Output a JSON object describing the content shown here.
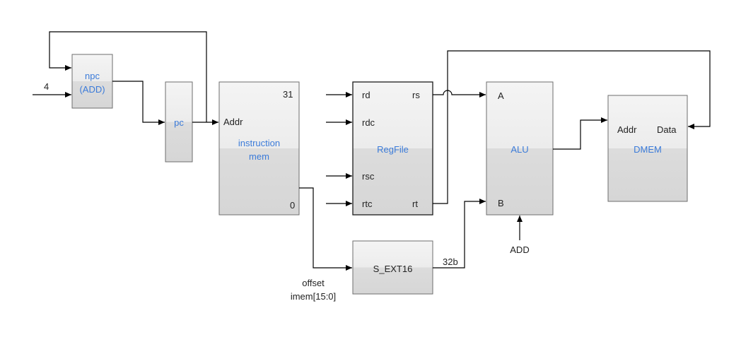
{
  "colors": {
    "block_top": "#f4f4f4",
    "block_bottom": "#d6d6d6",
    "block_border": "#6e6e6e",
    "regfile_border": "#1a1a1a",
    "wire": "#000000",
    "title_text": "#3b7bd9",
    "label_text": "#222222"
  },
  "blocks": {
    "npc": {
      "title_line1": "npc",
      "title_line2": "(ADD)"
    },
    "pc": {
      "title": "pc"
    },
    "imem": {
      "title_line1": "instruction",
      "title_line2": "mem",
      "port_addr": "Addr",
      "port_31": "31",
      "port_0": "0"
    },
    "regfile": {
      "title": "RegFile",
      "port_rd": "rd",
      "port_rdc": "rdc",
      "port_rsc": "rsc",
      "port_rtc": "rtc",
      "port_rs": "rs",
      "port_rt": "rt"
    },
    "alu": {
      "title": "ALU",
      "port_a": "A",
      "port_b": "B"
    },
    "dmem": {
      "title": "DMEM",
      "port_addr": "Addr",
      "port_data": "Data"
    },
    "sext": {
      "title": "S_EXT16"
    }
  },
  "labels": {
    "const_4": "4",
    "offset": "offset",
    "imem_range": "imem[15:0]",
    "width_32b": "32b",
    "alu_op": "ADD"
  }
}
